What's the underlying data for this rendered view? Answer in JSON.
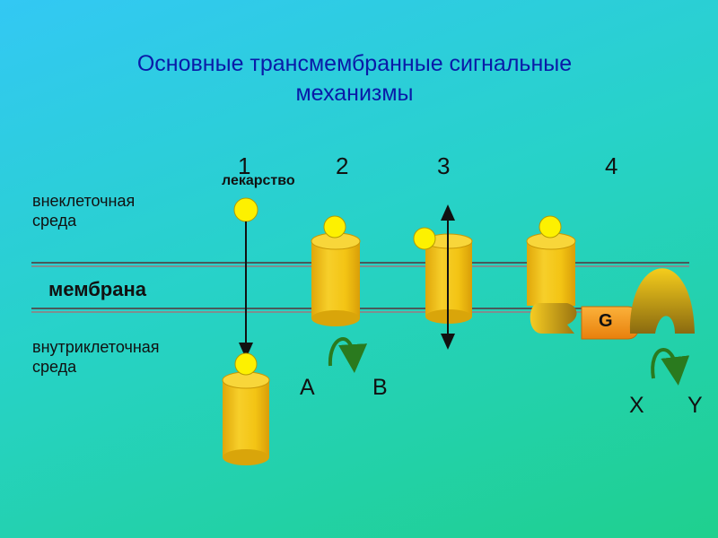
{
  "title": {
    "line1": "Основные трансмембранные сигнальные",
    "line2": "механизмы"
  },
  "labels": {
    "extracellular": [
      "внеклеточная",
      "среда"
    ],
    "intracellular": [
      "внутриклеточная",
      "среда"
    ],
    "membrane": "мембрана",
    "drug": "лекарство",
    "g_protein": "G"
  },
  "mechanisms": [
    {
      "number": "1"
    },
    {
      "number": "2",
      "from": "A",
      "to": "B"
    },
    {
      "number": "3"
    },
    {
      "number": "4",
      "from": "X",
      "to": "Y"
    }
  ],
  "colors": {
    "background_top": "#33c8f4",
    "background_bottom": "#1fd08e",
    "title": "#0a1aa8",
    "receptor": "#f3c414",
    "receptor_top": "#f8d63a",
    "ligand": "#fdf100",
    "g_protein": "#f59516",
    "arrow_green": "#2a7a1e",
    "membrane_lines": "#4a5a5a"
  }
}
